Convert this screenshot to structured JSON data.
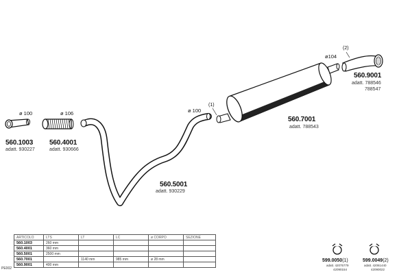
{
  "parts": {
    "p1": {
      "code": "560.1003",
      "adatt": "adatt. 930227",
      "diameter": "ø 100"
    },
    "p2": {
      "code": "560.4001",
      "adatt": "adatt. 930666",
      "diameter": "ø 106"
    },
    "p3": {
      "code": "560.5001",
      "adatt": "adatt. 930229",
      "diameter": "ø 100"
    },
    "p4": {
      "code": "560.7001",
      "adatt": "adatt. 788543",
      "diameter": "ø104"
    },
    "p5": {
      "code": "560.9001",
      "adatt1": "adatt. 788546",
      "adatt2": "788547"
    }
  },
  "markers": {
    "m1": "(1)",
    "m2": "(2)"
  },
  "clamps": {
    "c1": {
      "code": "599.0050",
      "marker": "(1)",
      "refs": [
        "adatt. 42075779",
        "42090154"
      ]
    },
    "c2": {
      "code": "599.0049",
      "marker": "(2)",
      "refs": [
        "adatt. 42061440",
        "42090022"
      ]
    }
  },
  "table": {
    "headers": [
      "ARTICOLO",
      "LTS",
      "LT",
      "LC",
      "ø CORPO",
      "SEZIONE"
    ],
    "rows": [
      [
        "560.1003",
        "260 mm",
        "",
        "",
        "",
        ""
      ],
      [
        "560.4001",
        "360 mm",
        "",
        "",
        "",
        ""
      ],
      [
        "560.5001",
        "2500 mm",
        "",
        "",
        "",
        ""
      ],
      [
        "560.7001",
        "",
        "1140 mm",
        "985 mm",
        "ø 28 mm",
        ""
      ],
      [
        "560.9001",
        "400 mm",
        "",
        "",
        "",
        ""
      ]
    ]
  },
  "model_code": "PE002"
}
